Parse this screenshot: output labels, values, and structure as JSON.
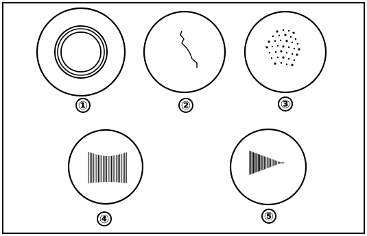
{
  "figure": {
    "panels": [
      {
        "label": "①",
        "pattern": "concentric-rings"
      },
      {
        "label": "②",
        "pattern": "single-wavy-line"
      },
      {
        "label": "③",
        "pattern": "scattered-dots"
      },
      {
        "label": "④",
        "pattern": "dense-vertical-lines"
      },
      {
        "label": "⑤",
        "pattern": "wedge-of-lines"
      }
    ],
    "colors": {
      "ink": "#000000",
      "background": "#ffffff"
    }
  }
}
